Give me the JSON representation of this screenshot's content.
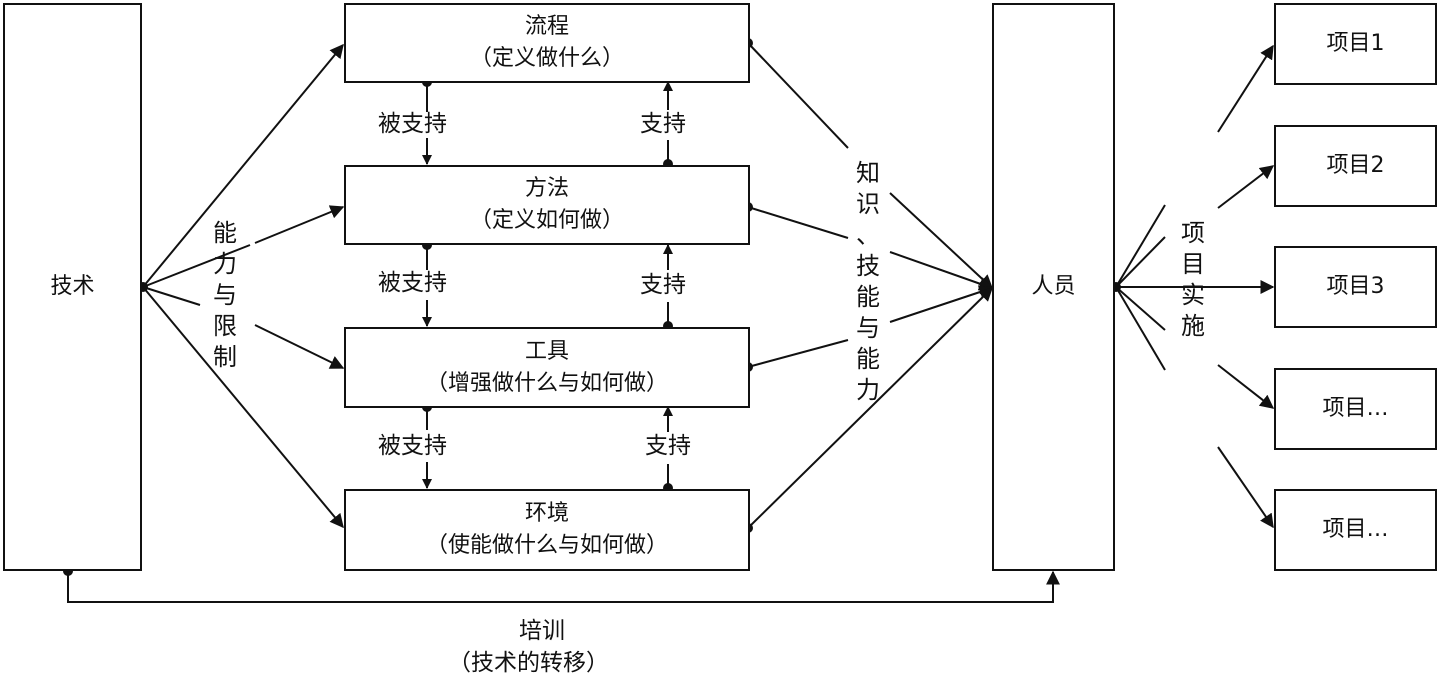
{
  "nodes": {
    "technology": "技术",
    "process": {
      "title": "流程",
      "subtitle": "（定义做什么）"
    },
    "method": {
      "title": "方法",
      "subtitle": "（定义如何做）"
    },
    "tool": {
      "title": "工具",
      "subtitle": "（增强做什么与如何做）"
    },
    "environment": {
      "title": "环境",
      "subtitle": "（使能做什么与如何做）"
    },
    "people": "人员",
    "projects": [
      "项目1",
      "项目2",
      "项目3",
      "项目…",
      "项目…"
    ]
  },
  "edge_labels": {
    "capability": "能\n力\n与\n限\n制",
    "knowledge": "知\n识\n、\n技\n能\n与\n能\n力",
    "implementation": "项\n目\n实\n施",
    "supported": "被支持",
    "supports": "支持",
    "training_line1": "培训",
    "training_line2": "（技术的转移）"
  }
}
